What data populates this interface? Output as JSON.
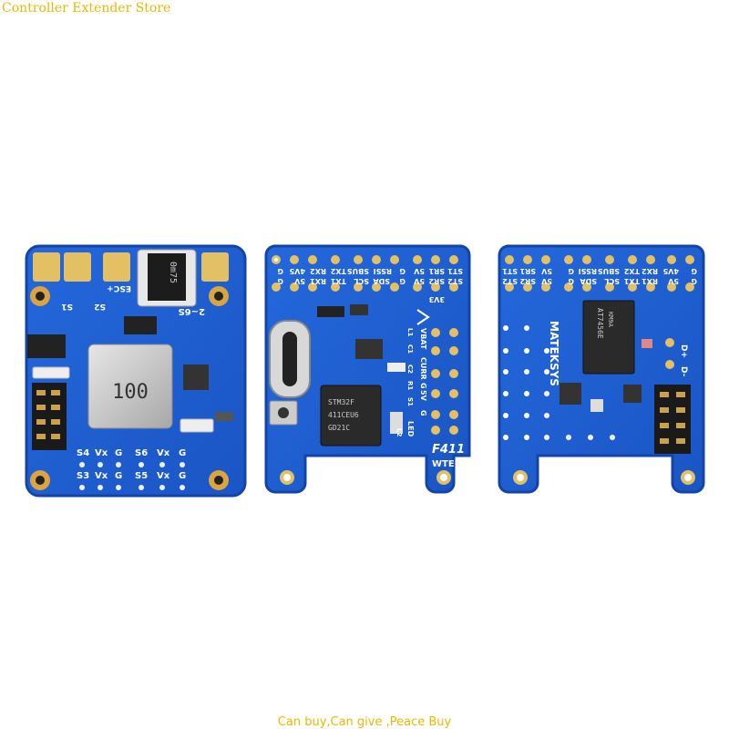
{
  "watermarks": {
    "top": "Controller Extender Store",
    "bottom": "Can buy,Can give ,Peace Buy"
  },
  "colors": {
    "pcb_blue": "#1d5fd6",
    "pcb_edge": "#1344a8",
    "gold_pad": "#e3c063",
    "watermark": "#e9b800"
  },
  "pdb_board": {
    "inductor": "100",
    "mosfet": "0m75",
    "esc_plus": "ESC+",
    "vin": "2~6S",
    "pads_left": [
      "S4",
      "S3"
    ],
    "pads_mid": [
      "S6",
      "S5"
    ],
    "vx": "Vx",
    "g": "G",
    "s1": "S1",
    "s2": "S2"
  },
  "fc_board": {
    "model": "F411",
    "model_sub": "WTE",
    "chip_brand": "STM32F",
    "chip_line1": "411CEU6",
    "chip_line2": "GD21C",
    "top_row": [
      "ST1",
      "SR1",
      "5V",
      "G",
      "RSSI",
      "SBUS",
      "TX2",
      "RX2",
      "4V5",
      "G"
    ],
    "second_row": [
      "ST2",
      "SR2",
      "5V",
      "G",
      "SDA",
      "SCL",
      "TX1",
      "RX1",
      "5V",
      "G"
    ],
    "v3": "3V3",
    "side_labels": [
      "VBAT",
      "CURR",
      "G",
      "5V",
      "G",
      "LED"
    ],
    "side_codes": [
      "L1",
      "C1",
      "C2",
      "R1",
      "S1",
      "L2"
    ]
  },
  "osd_board": {
    "brand": "MATEKSYS",
    "chip": "AT7456E",
    "chip_sub": "KM9A",
    "top_row": [
      "G",
      "4V5",
      "RX2",
      "TX2",
      "SBUS",
      "RSSI",
      "G",
      "5V",
      "SR1",
      "ST1"
    ],
    "second_row": [
      "G",
      "5V",
      "RX1",
      "TX1",
      "SCL",
      "SDA",
      "G",
      "5V",
      "SR2",
      "ST2"
    ],
    "d_plus": "D+",
    "d_minus": "D-"
  }
}
